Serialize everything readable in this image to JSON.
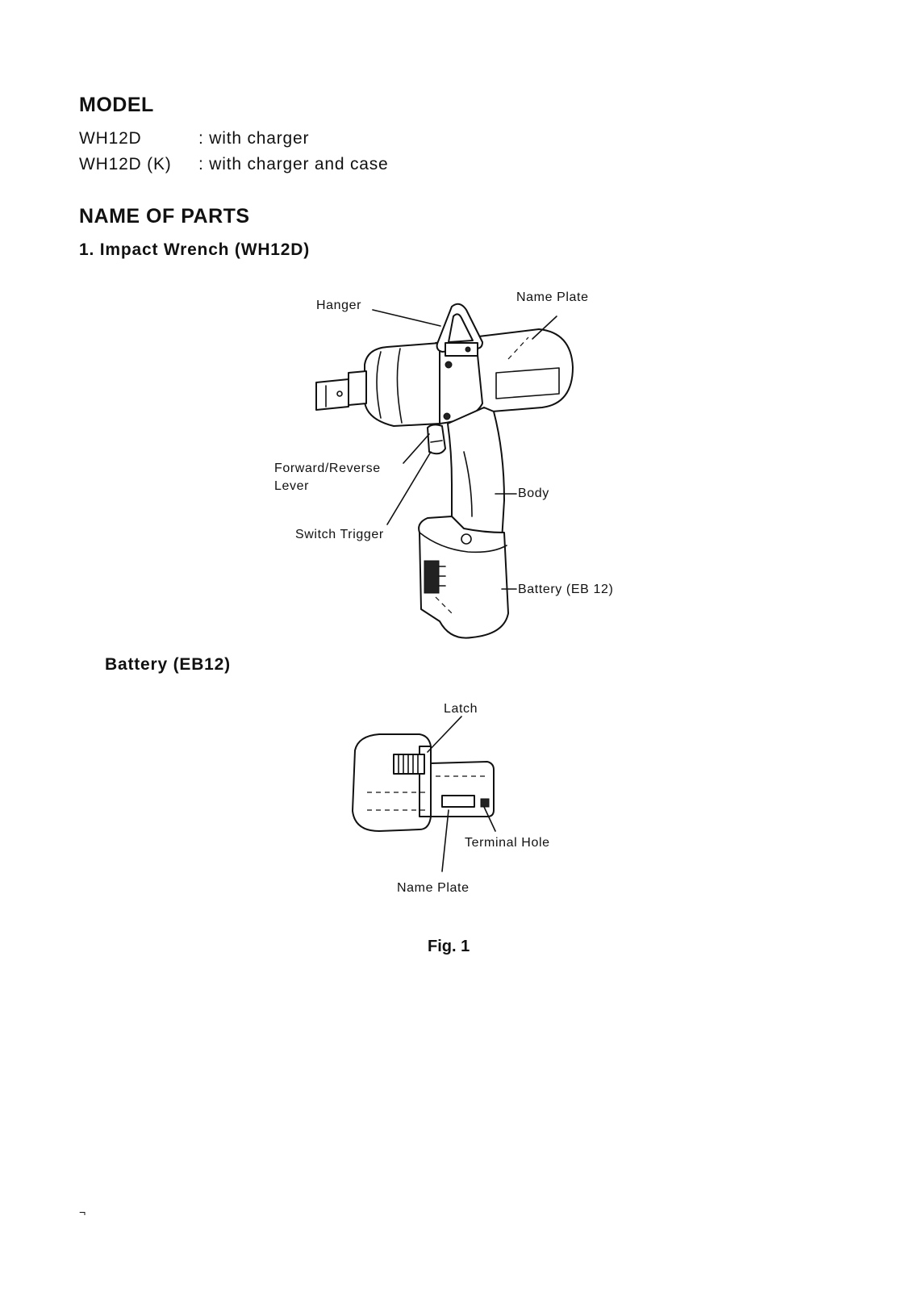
{
  "model": {
    "heading": "MODEL",
    "rows": [
      {
        "code": "WH12D",
        "desc": ": with charger"
      },
      {
        "code": "WH12D (K)",
        "desc": ": with charger and case"
      }
    ]
  },
  "parts": {
    "heading": "NAME OF PARTS",
    "wrench": {
      "heading": "1. Impact Wrench (WH12D)",
      "labels": {
        "hanger": "Hanger",
        "name_plate": "Name Plate",
        "fr_lever_1": "Forward/Reverse",
        "fr_lever_2": "Lever",
        "body": "Body",
        "switch_trigger": "Switch Trigger",
        "battery": "Battery (EB 12)"
      }
    },
    "battery": {
      "heading": "Battery (EB12)",
      "labels": {
        "latch": "Latch",
        "terminal_hole": "Terminal Hole",
        "name_plate": "Name Plate"
      }
    },
    "figure_caption": "Fig. 1"
  },
  "page_mark": "¬"
}
